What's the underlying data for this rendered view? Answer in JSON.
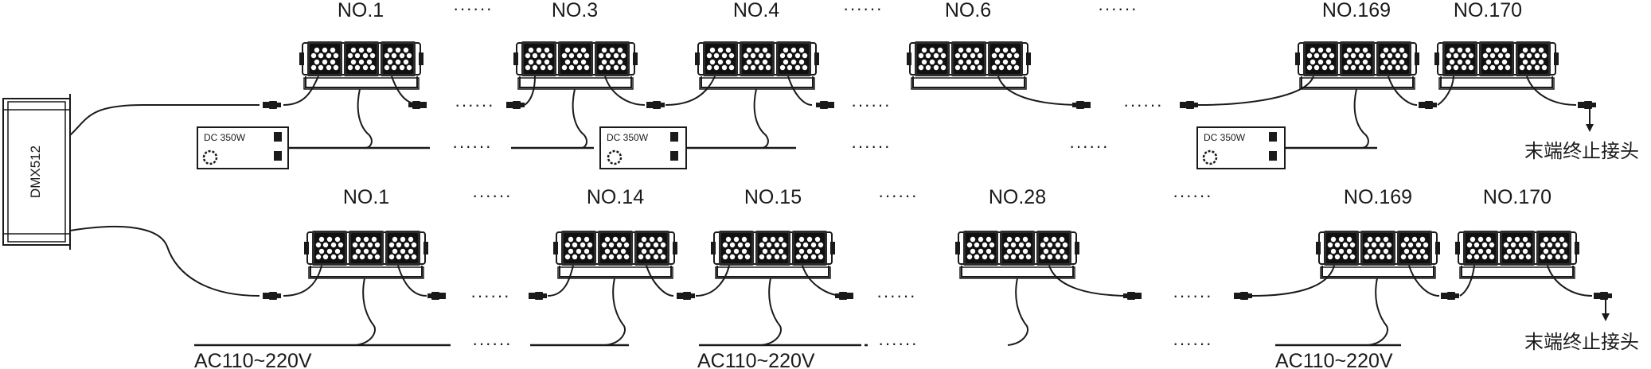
{
  "row1": {
    "labels": [
      "NO.1",
      "NO.3",
      "NO.4",
      "NO.6",
      "NO.169",
      "NO.170"
    ],
    "ellipsis": [
      "······",
      "······",
      "······"
    ],
    "cable_ellipsis": [
      "······",
      "······",
      "······"
    ],
    "psu_text": "DC  350W",
    "terminator": "末端终止接头"
  },
  "row2": {
    "labels": [
      "NO.1",
      "NO.14",
      "NO.15",
      "NO.28",
      "NO.169",
      "NO.170"
    ],
    "ellipsis": [
      "······",
      "······",
      "······"
    ],
    "cable_ellipsis": [
      "······",
      "······",
      "······"
    ],
    "power_labels": [
      "AC110~220V",
      "AC110~220V",
      "AC110~220V"
    ],
    "terminator": "末端终止接头"
  },
  "controller": {
    "label": "DMX512"
  },
  "colors": {
    "line": "#1a1a1a",
    "fixture_body": "#2b2b2b",
    "led": "#ffffff"
  }
}
